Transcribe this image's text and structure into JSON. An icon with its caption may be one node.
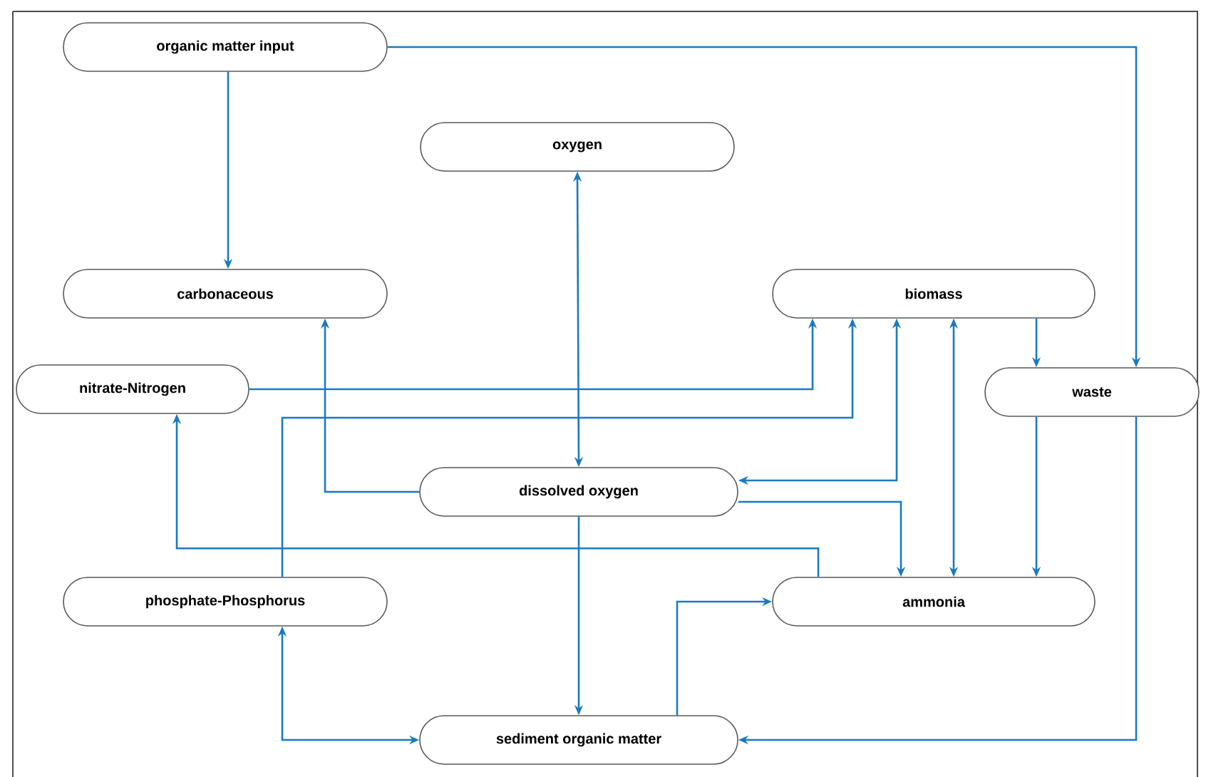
{
  "diagram": {
    "nodes": [
      {
        "text": [
          "organic matter input"
        ]
      },
      {
        "text": [
          "oxygen"
        ]
      },
      {
        "text": [
          "carbonaceous"
        ]
      },
      {
        "text": [
          "biomass"
        ]
      },
      {
        "text": [
          "nitrate-Nitrogen"
        ]
      },
      {
        "text": [
          "waste"
        ]
      },
      {
        "text": [
          "dissolved oxygen"
        ]
      },
      {
        "text": [
          "phosphate-Phosphorus"
        ]
      },
      {
        "text": [
          "ammonia"
        ]
      },
      {
        "text": [
          "sediment organic matter"
        ]
      }
    ],
    "edges": [
      {
        "from": 0,
        "to": 2,
        "arrow": "to"
      },
      {
        "from": 0,
        "to": 5,
        "arrow": "to"
      },
      {
        "from": 1,
        "to": 6,
        "arrow": "both"
      },
      {
        "from": 6,
        "to": 2,
        "arrow": "to"
      },
      {
        "from": 4,
        "to": 3,
        "arrow": "to"
      },
      {
        "from": 7,
        "to": 3,
        "arrow": "to"
      },
      {
        "from": 3,
        "to": 6,
        "arrow": "both"
      },
      {
        "from": 3,
        "to": 8,
        "arrow": "both"
      },
      {
        "from": 3,
        "to": 5,
        "arrow": "to"
      },
      {
        "from": 5,
        "to": 8,
        "arrow": "to"
      },
      {
        "from": 5,
        "to": 9,
        "arrow": "to"
      },
      {
        "from": 6,
        "to": 8,
        "arrow": "to"
      },
      {
        "from": 8,
        "to": 4,
        "arrow": "to"
      },
      {
        "from": 6,
        "to": 9,
        "arrow": "to"
      },
      {
        "from": 9,
        "to": 8,
        "arrow": "to"
      },
      {
        "from": 7,
        "to": 9,
        "arrow": "both"
      }
    ]
  }
}
